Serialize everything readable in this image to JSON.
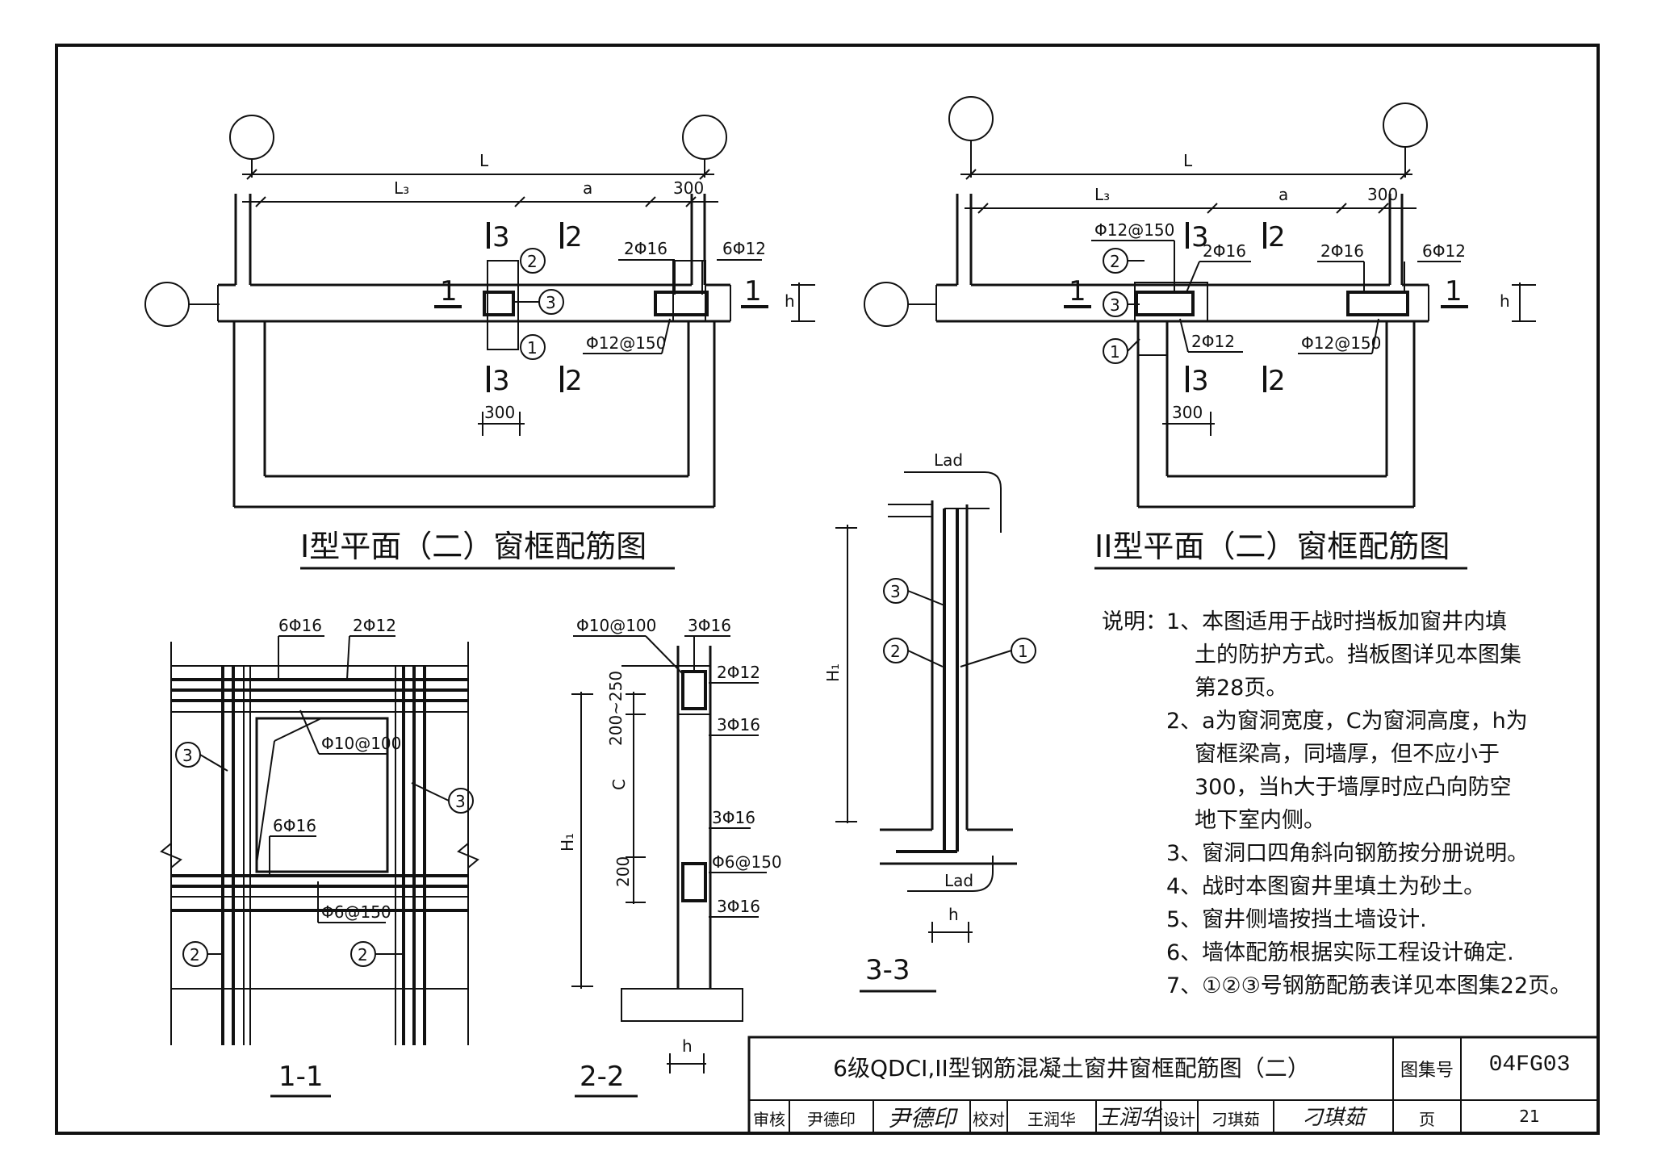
{
  "plan1": {
    "title": "I型平面（二）窗框配筋图",
    "L": "L",
    "L3": "L₃",
    "a": "a",
    "d300": "300",
    "sec3": "3",
    "sec2": "2",
    "sec1": "1",
    "b2_16": "2Φ16",
    "b6_12": "6Φ12",
    "stirrup": "Φ12@150",
    "h": "h",
    "m1": "1",
    "m2": "2",
    "m3": "3"
  },
  "plan2": {
    "title": "II型平面（二）窗框配筋图",
    "L": "L",
    "L3": "L₃",
    "a": "a",
    "d300": "300",
    "sec3": "3",
    "sec2": "2",
    "sec1": "1",
    "b2_16a": "2Φ16",
    "b2_16b": "2Φ16",
    "b6_12": "6Φ12",
    "b2_12": "2Φ12",
    "stirrupA": "Φ12@150",
    "stirrupB": "Φ12@150",
    "h": "h",
    "m1": "1",
    "m2": "2",
    "m3": "3"
  },
  "s11": {
    "title": "1-1",
    "b6_16a": "6Φ16",
    "b2_12": "2Φ12",
    "s10": "Φ10@100",
    "b6_16b": "6Φ16",
    "s6": "Φ6@150",
    "m2": "2",
    "m3": "3"
  },
  "s22": {
    "title": "2-2",
    "s10": "Φ10@100",
    "b3_16a": "3Φ16",
    "b2_12": "2Φ12",
    "b3_16b": "3Φ16",
    "b3_16c": "3Φ16",
    "s6": "Φ6@150",
    "b3_16d": "3Φ16",
    "d200_250": "200~250",
    "C": "C",
    "H1": "H₁",
    "d200": "200",
    "h": "h"
  },
  "s33": {
    "title": "3-3",
    "Lad1": "Lad",
    "Lad2": "Lad",
    "H1": "H₁",
    "h": "h",
    "m1": "1",
    "m2": "2",
    "m3": "3"
  },
  "notes": {
    "head": "说明：",
    "lines": [
      "1、本图适用于战时挡板加窗井内填",
      "土的防护方式。挡板图详见本图集",
      "第28页。",
      "2、a为窗洞宽度，C为窗洞高度，h为",
      "窗框梁高，同墙厚，但不应小于",
      "300，当h大于墙厚时应凸向防空",
      "地下室内侧。",
      "3、窗洞口四角斜向钢筋按分册说明。",
      "4、战时本图窗井里填土为砂土。",
      "5、窗井侧墙按挡土墙设计.",
      "6、墙体配筋根据实际工程设计确定.",
      "7、①②③号钢筋配筋表详见本图集22页。"
    ]
  },
  "titleblock": {
    "main": "6级QDCI,II型钢筋混凝土窗井窗框配筋图（二）",
    "atlas_label": "图集号",
    "atlas_no": "04FG03",
    "review": "审核",
    "reviewer": "尹德印",
    "check": "校对",
    "checker": "王润华",
    "design": "设计",
    "designer": "刁琪茹",
    "page_label": "页",
    "page_no": "21",
    "sig1": "尹德印",
    "sig2": "王润华",
    "sig3": "刁琪茹"
  }
}
